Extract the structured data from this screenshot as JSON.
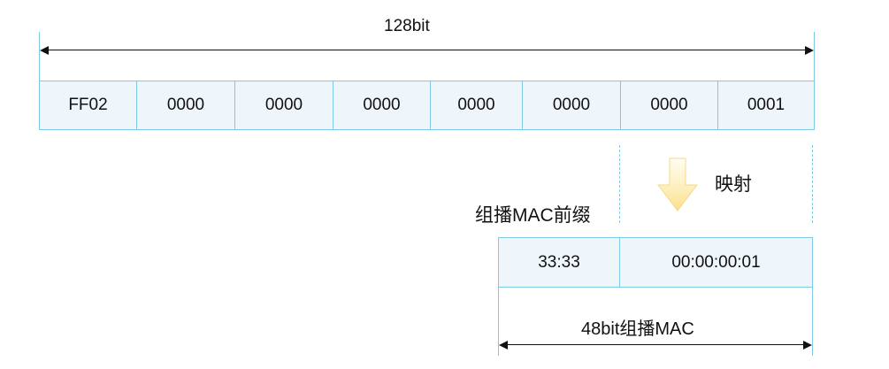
{
  "top_span_label": "128bit",
  "ipv6_fields": [
    "FF02",
    "0000",
    "0000",
    "0000",
    "0000",
    "0000",
    "0000",
    "0001"
  ],
  "mapping_label": "映射",
  "mac_prefix_label": "组播MAC前缀",
  "mac_fields": [
    "33:33",
    "00:00:00:01"
  ],
  "bottom_span_label": "48bit组播MAC",
  "colors": {
    "border": "#7fc9e4",
    "cell_fill": "#eef6fb",
    "arrow_fill": "#fde9a6"
  },
  "icons": {
    "mapping_arrow": "down-arrow-icon"
  }
}
